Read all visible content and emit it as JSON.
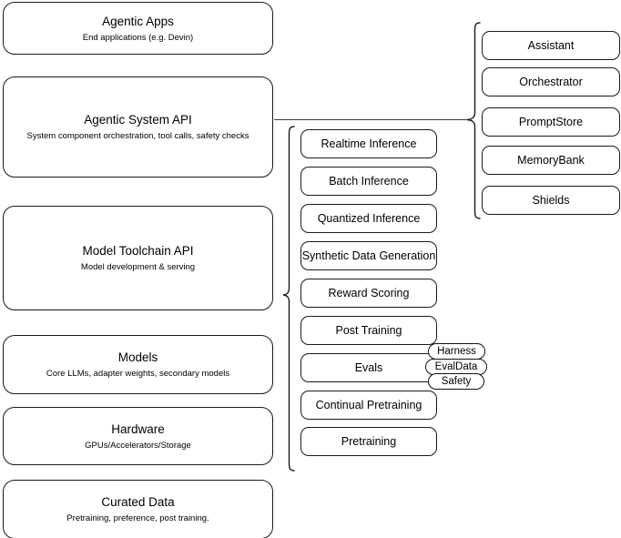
{
  "diagram": {
    "title": "AI stack layered architecture diagram",
    "stroke_color": "#1a1a1a",
    "background_color": "#ffffff",
    "connector_color": "#3d3d3d"
  },
  "layers": [
    {
      "id": "agentic-apps",
      "title": "Agentic Apps",
      "subtitle": "End applications (e.g. Devin)"
    },
    {
      "id": "agentic-system-api",
      "title": "Agentic System API",
      "subtitle": "System component orchestration, tool calls, safety checks"
    },
    {
      "id": "model-toolchain-api",
      "title": "Model Toolchain API",
      "subtitle": "Model development & serving"
    },
    {
      "id": "models",
      "title": "Models",
      "subtitle": "Core LLMs, adapter weights, secondary models"
    },
    {
      "id": "hardware",
      "title": "Hardware",
      "subtitle": "GPUs/Accelerators/Storage"
    },
    {
      "id": "curated-data",
      "title": "Curated Data",
      "subtitle": "Pretraining, preference, post training."
    }
  ],
  "toolchain_capabilities": [
    {
      "id": "realtime-inference",
      "label": "Realtime Inference"
    },
    {
      "id": "batch-inference",
      "label": "Batch Inference"
    },
    {
      "id": "quantized-inference",
      "label": "Quantized Inference"
    },
    {
      "id": "synthetic-data-generation",
      "label": "Synthetic Data Generation"
    },
    {
      "id": "reward-scoring",
      "label": "Reward Scoring"
    },
    {
      "id": "post-training",
      "label": "Post Training"
    },
    {
      "id": "evals",
      "label": "Evals"
    },
    {
      "id": "continual-pretraining",
      "label": "Continual Pretraining"
    },
    {
      "id": "pretraining",
      "label": "Pretraining"
    }
  ],
  "eval_subcomponents": [
    {
      "id": "harness",
      "label": "Harness"
    },
    {
      "id": "evaldata",
      "label": "EvalData"
    },
    {
      "id": "safety",
      "label": "Safety"
    }
  ],
  "agentic_system_components": [
    {
      "id": "assistant",
      "label": "Assistant"
    },
    {
      "id": "orchestrator",
      "label": "Orchestrator"
    },
    {
      "id": "promptstore",
      "label": "PromptStore"
    },
    {
      "id": "memorybank",
      "label": "MemoryBank"
    },
    {
      "id": "shields",
      "label": "Shields"
    }
  ]
}
